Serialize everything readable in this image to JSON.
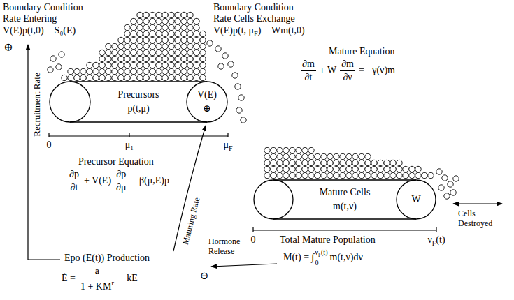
{
  "diagram": {
    "nodes": [
      {
        "text": [
          "Precursors",
          "p(t,μ)"
        ]
      },
      {
        "text": [
          "V(E)",
          "⊕"
        ],
        "in": 0
      },
      {
        "text": [
          "Mature Cells",
          "m(t,ν)"
        ]
      },
      {
        "text": [
          "W"
        ],
        "in": 2
      }
    ],
    "labels": [
      "Boundary Condition",
      "Rate Entering",
      "V(E)p(t,0) = S₀(E)",
      "Boundary Condition",
      "Rate Cells Exchange",
      "V(E)p(t, μ",
      "F",
      ") = Wm(t,0)",
      "Mature Equation",
      "∂m",
      "∂t",
      "+ W",
      "∂m",
      "∂ν",
      "= −γ(ν)m",
      "0",
      "μ₁",
      "μ",
      "F",
      "Precursor Equation",
      "∂p",
      "∂t",
      "+ V(E)",
      "∂p",
      "∂μ",
      "= β(μ,E)p",
      "Recruitment Rate",
      "⊕",
      "Maturing Rate",
      "Epo (E(t)) Production",
      "Ė =",
      "a",
      "1 + KM",
      "r",
      "− kE",
      "⊖",
      "Hormone Release",
      "Total Mature Population",
      "M(t) = ∫",
      "ν",
      "F",
      "(t)",
      "0",
      "m(t,ν)dν",
      "Cells Destroyed",
      "0",
      "ν",
      "F",
      "(t)"
    ]
  }
}
